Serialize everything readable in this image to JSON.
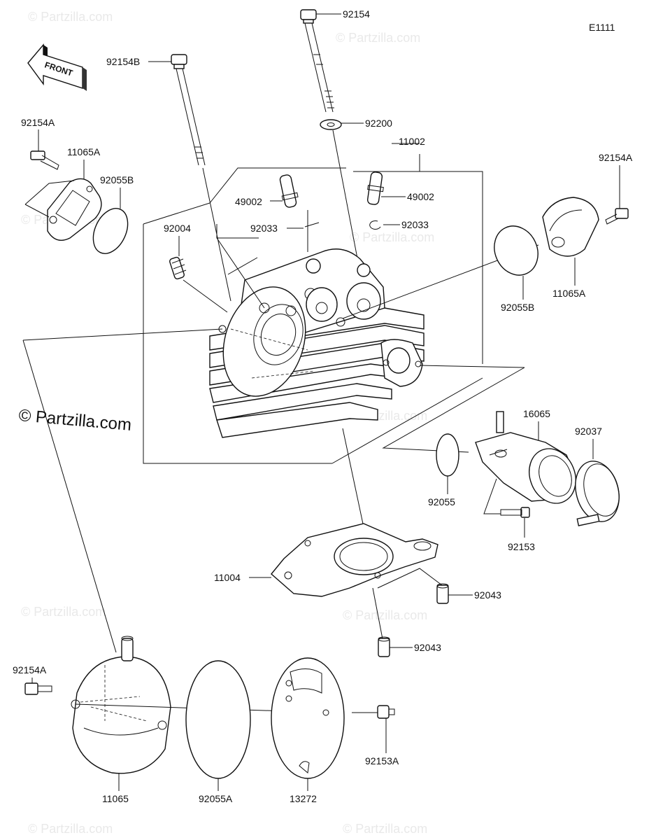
{
  "diagram_code": "E1111",
  "front_label": "FRONT",
  "copyright": "© Partzilla.com",
  "watermark": "© Partzilla.com",
  "callouts": {
    "c92154": "92154",
    "c92154B": "92154B",
    "c92200": "92200",
    "c11002": "11002",
    "c92154A_tl": "92154A",
    "c11065A_l": "11065A",
    "c92055B_l": "92055B",
    "c49002_l": "49002",
    "c49002_r": "49002",
    "c92033_l": "92033",
    "c92033_r": "92033",
    "c92004": "92004",
    "c92154A_tr": "92154A",
    "c11065A_r": "11065A",
    "c92055B_r": "92055B",
    "c16065": "16065",
    "c92037": "92037",
    "c92055": "92055",
    "c92153": "92153",
    "c11004": "11004",
    "c92043_a": "92043",
    "c92043_b": "92043",
    "c92154A_bl": "92154A",
    "c92153A": "92153A",
    "c11065": "11065",
    "c92055A": "92055A",
    "c13272": "13272"
  }
}
